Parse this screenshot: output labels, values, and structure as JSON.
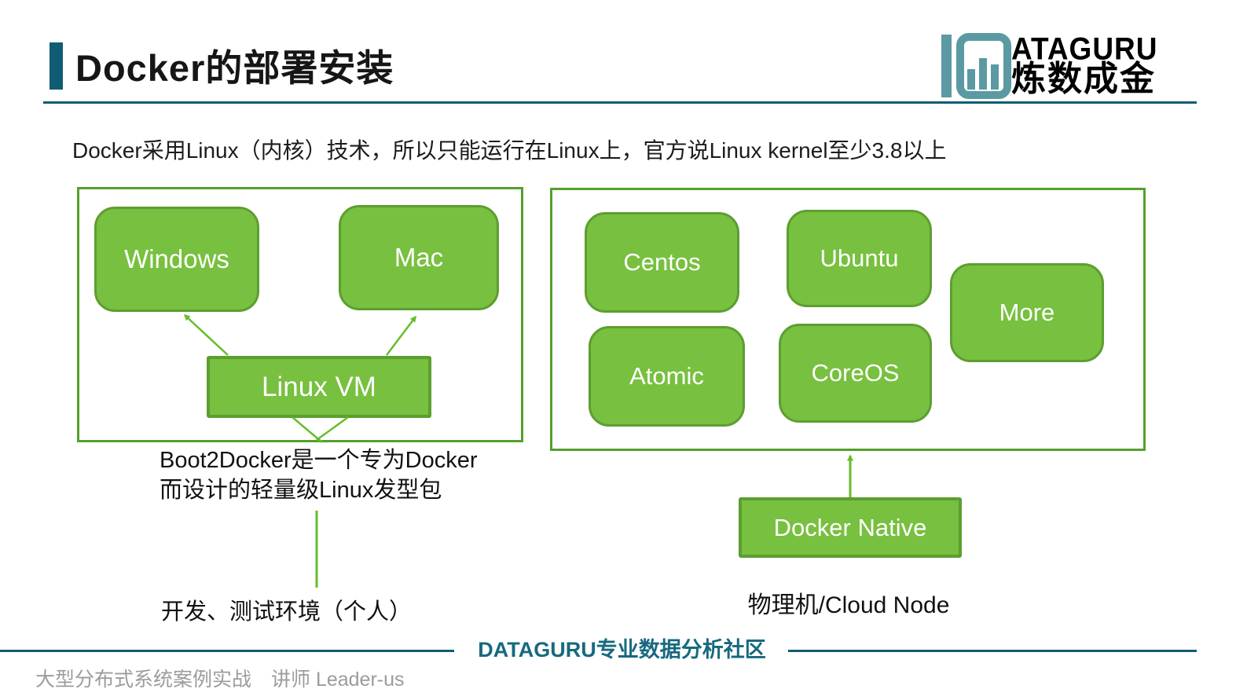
{
  "header": {
    "title": "Docker的部署安装",
    "logo": {
      "latin": "ATAGURU",
      "chinese": "炼数成金"
    }
  },
  "intro": "Docker采用Linux（内核）技术，所以只能运行在Linux上，官方说Linux kernel至少3.8以上",
  "left_panel": {
    "boxes": {
      "windows": "Windows",
      "mac": "Mac",
      "linux_vm": "Linux VM"
    },
    "caption_line1": "Boot2Docker是一个专为Docker",
    "caption_line2": "而设计的轻量级Linux发型包",
    "env_label": "开发、测试环境（个人）"
  },
  "right_panel": {
    "boxes": {
      "centos": "Centos",
      "ubuntu": "Ubuntu",
      "more": "More",
      "atomic": "Atomic",
      "coreos": "CoreOS"
    },
    "docker_native": "Docker Native",
    "node_label": "物理机/Cloud Node"
  },
  "footer": {
    "community": "DATAGURU专业数据分析社区",
    "course": "大型分布式系统案例实战　讲师 Leader-us"
  },
  "colors": {
    "box_fill_green": "#78c03f",
    "box_border_green": "#5d9e31",
    "panel_border_green": "#54a02c",
    "arrow_green": "#67bd29",
    "teal_accent": "#0f5c74",
    "teal_footer_text": "#17697f",
    "logo_teal": "#5b9aa3",
    "gray_footer_text": "#9c9c9c"
  }
}
